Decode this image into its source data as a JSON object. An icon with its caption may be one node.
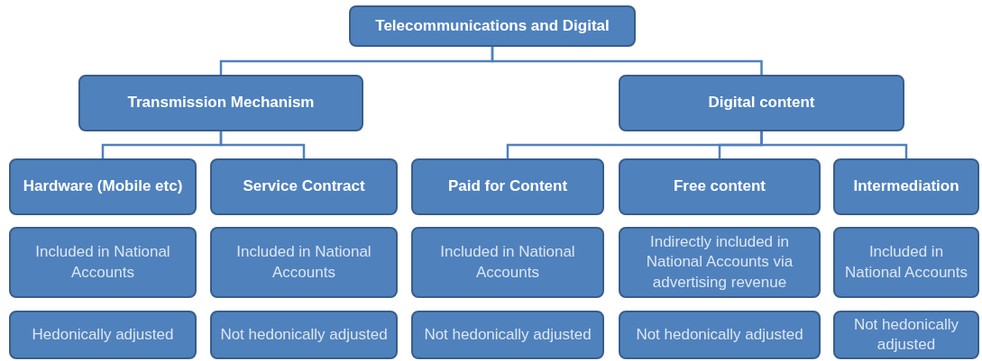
{
  "diagram": {
    "nodes": [
      {
        "text": [
          "Telecommunications and Digital"
        ]
      },
      {
        "text": [
          "Transmission Mechanism"
        ]
      },
      {
        "text": [
          "Digital content"
        ]
      },
      {
        "text": [
          "Hardware (Mobile etc)"
        ]
      },
      {
        "text": [
          "Service Contract"
        ]
      },
      {
        "text": [
          "Paid for Content"
        ]
      },
      {
        "text": [
          "Free content"
        ]
      },
      {
        "text": [
          "Intermediation"
        ]
      },
      {
        "text": [
          "Included in National Accounts"
        ]
      },
      {
        "text": [
          "Included in National Accounts"
        ]
      },
      {
        "text": [
          "Included in National Accounts"
        ]
      },
      {
        "text": [
          "Indirectly included in National Accounts via advertising revenue"
        ]
      },
      {
        "text": [
          "Included in National Accounts"
        ]
      },
      {
        "text": [
          "Hedonically adjusted"
        ]
      },
      {
        "text": [
          "Not hedonically adjusted"
        ]
      },
      {
        "text": [
          "Not hedonically adjusted"
        ]
      },
      {
        "text": [
          "Not hedonically adjusted"
        ]
      },
      {
        "text": [
          "Not hedonically adjusted"
        ]
      }
    ],
    "edges": [
      {
        "from": 0,
        "to": 1,
        "arrow": "none"
      },
      {
        "from": 0,
        "to": 2,
        "arrow": "none"
      },
      {
        "from": 1,
        "to": 3,
        "arrow": "none"
      },
      {
        "from": 1,
        "to": 4,
        "arrow": "none"
      },
      {
        "from": 2,
        "to": 5,
        "arrow": "none"
      },
      {
        "from": 2,
        "to": 6,
        "arrow": "none"
      },
      {
        "from": 2,
        "to": 7,
        "arrow": "none"
      }
    ]
  }
}
